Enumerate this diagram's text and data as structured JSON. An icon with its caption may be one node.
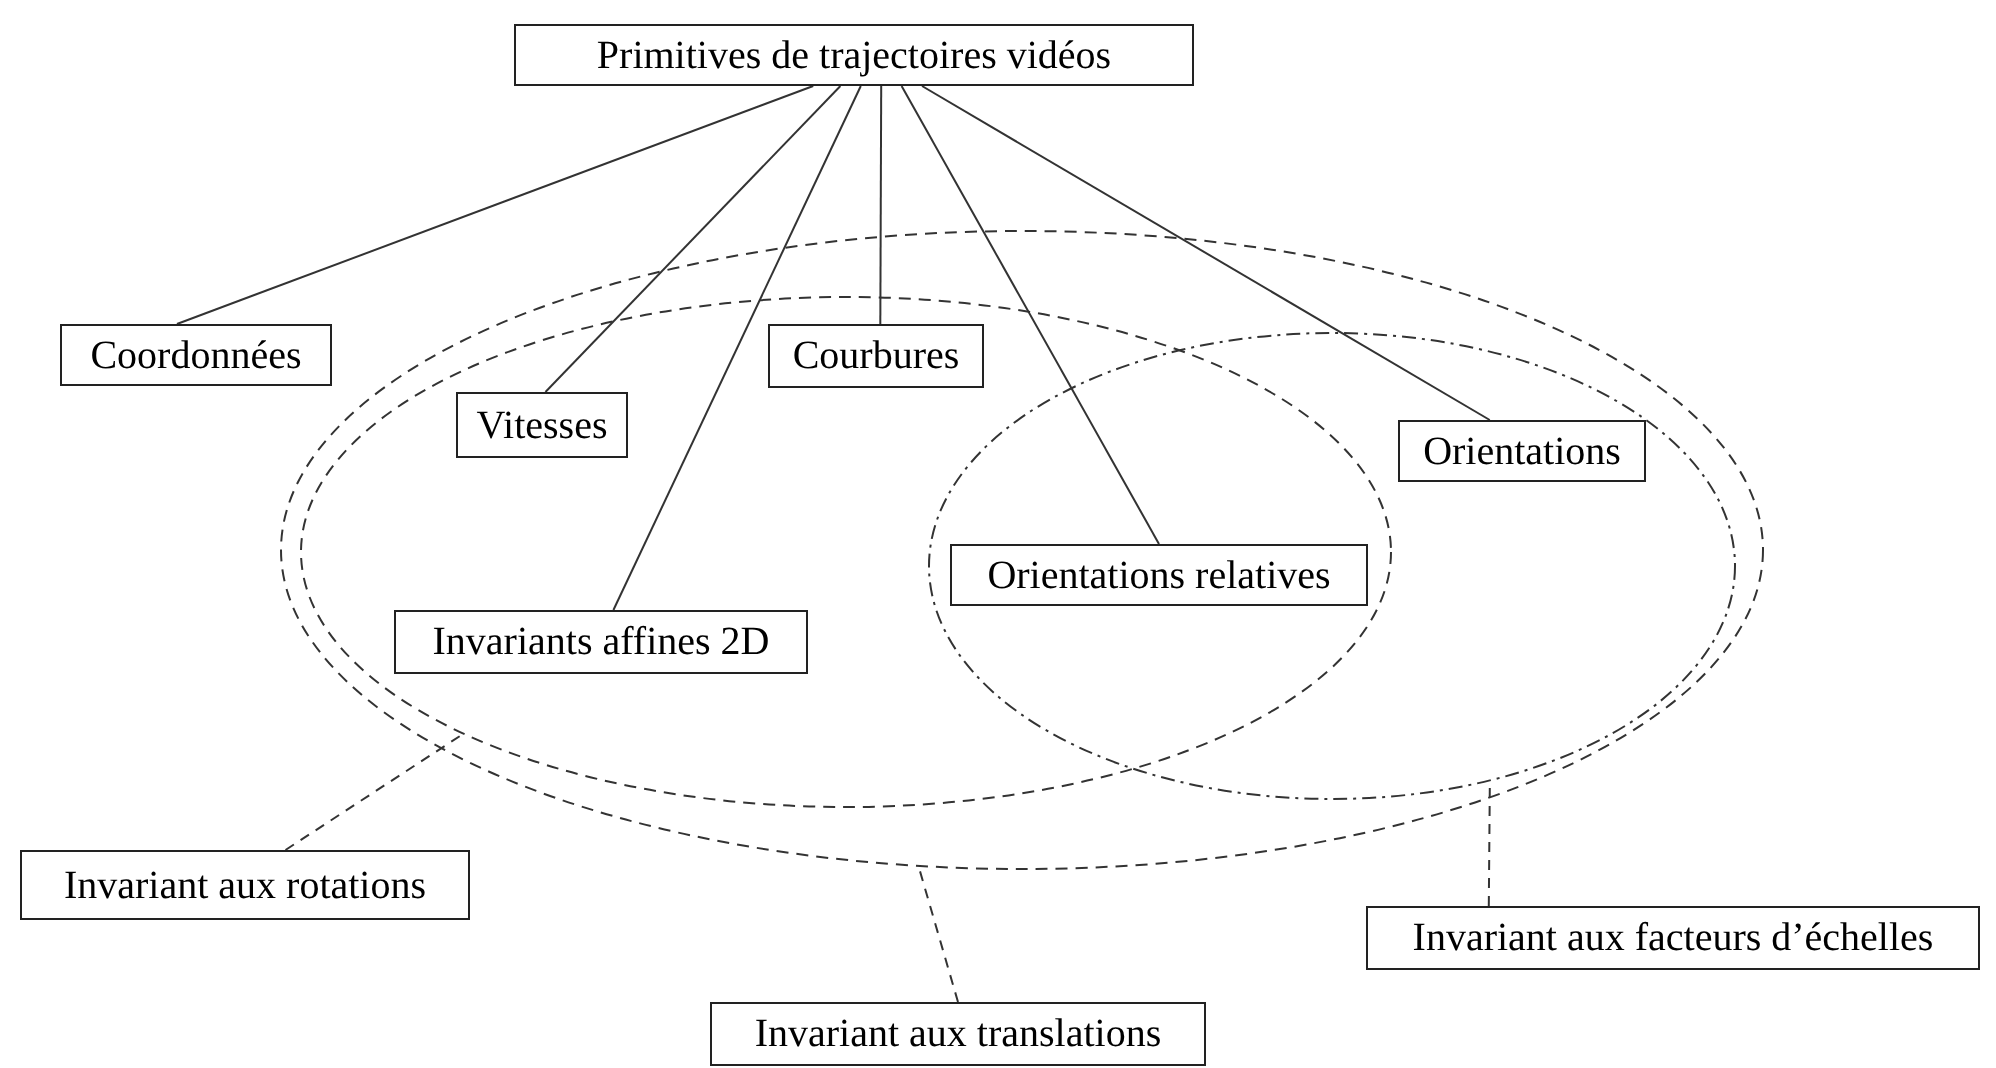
{
  "diagram": {
    "nodes": [
      {
        "text": [
          "Primitives de trajectoires vidéos"
        ]
      },
      {
        "text": [
          "Coordonnées"
        ]
      },
      {
        "text": [
          "Vitesses"
        ],
        "in": 8
      },
      {
        "text": [
          "Courbures"
        ],
        "in": 8
      },
      {
        "text": [
          "Orientations relatives"
        ]
      },
      {
        "text": [
          "Orientations"
        ],
        "in": 9
      },
      {
        "text": [
          "Invariants affines 2D"
        ],
        "in": 8
      },
      {
        "text": [],
        "shape": "ellipse"
      },
      {
        "text": [],
        "shape": "ellipse",
        "in": 7
      },
      {
        "text": [],
        "shape": "ellipse",
        "in": 7
      },
      {
        "text": [
          "Invariant aux rotations"
        ]
      },
      {
        "text": [
          "Invariant aux translations"
        ]
      },
      {
        "text": [
          "Invariant aux facteurs d’échelles"
        ]
      }
    ],
    "edges": [
      {
        "from": 0,
        "to": 1,
        "arrow": "none"
      },
      {
        "from": 0,
        "to": 2,
        "arrow": "none"
      },
      {
        "from": 0,
        "to": 3,
        "arrow": "none"
      },
      {
        "from": 0,
        "to": 4,
        "arrow": "none"
      },
      {
        "from": 0,
        "to": 5,
        "arrow": "none"
      },
      {
        "from": 0,
        "to": 6,
        "arrow": "none"
      },
      {
        "from": 10,
        "to": 8,
        "arrow": "none",
        "style": "dashed"
      },
      {
        "from": 11,
        "to": 7,
        "arrow": "none",
        "style": "dashed"
      },
      {
        "from": 12,
        "to": 9,
        "arrow": "none",
        "style": "dashed"
      }
    ]
  }
}
